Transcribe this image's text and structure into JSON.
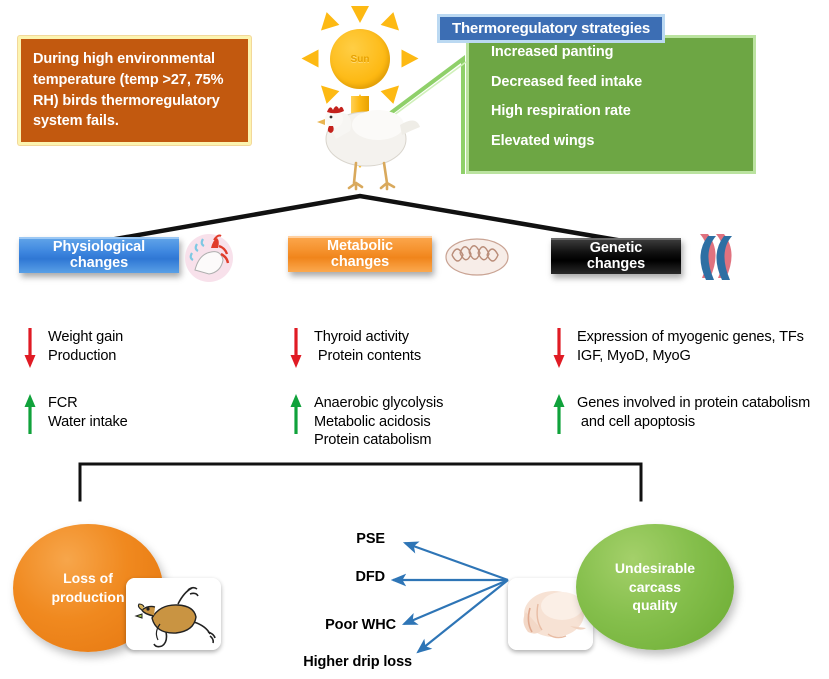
{
  "intro": {
    "text": "During high environmental temperature (temp >27, 75% RH) birds thermoregulatory system fails."
  },
  "sun": {
    "label": "Sun",
    "icon": "sun-icon"
  },
  "thermo": {
    "title": "Thermoregulatory strategies",
    "items": [
      "Increased panting",
      "Decreased feed intake",
      "High respiration rate",
      "Elevated wings"
    ]
  },
  "categories": [
    {
      "label": "Physiological\nchanges",
      "color": "#3D86DF",
      "icon": "panting-chicken-icon"
    },
    {
      "label": "Metabolic\nchanges",
      "color": "#F5912C",
      "icon": "mitochondrion-icon"
    },
    {
      "label": "Genetic\nchanges",
      "color": "#000000",
      "icon": "chromosome-icon"
    }
  ],
  "columns": [
    {
      "name": "physiological",
      "decrease": {
        "arrow": "down-arrow-icon",
        "color": "#E01B24",
        "lines": "Weight gain\nProduction"
      },
      "increase": {
        "arrow": "up-arrow-icon",
        "color": "#10A23B",
        "lines": "FCR\nWater intake"
      }
    },
    {
      "name": "metabolic",
      "decrease": {
        "arrow": "down-arrow-icon",
        "color": "#E01B24",
        "lines": "Thyroid activity\n Protein contents"
      },
      "increase": {
        "arrow": "up-arrow-icon",
        "color": "#10A23B",
        "lines": "Anaerobic glycolysis\nMetabolic acidosis\nProtein catabolism"
      }
    },
    {
      "name": "genetic",
      "decrease": {
        "arrow": "down-arrow-icon",
        "color": "#E01B24",
        "lines": "Expression of myogenic genes, TFs\nIGF, MyoD, MyoG"
      },
      "increase": {
        "arrow": "up-arrow-icon",
        "color": "#10A23B",
        "lines": "Genes involved in protein catabolism\n and cell apoptosis"
      }
    }
  ],
  "outcomes": {
    "loss": "Loss of\nproduction",
    "quality": "Undesirable\ncarcass\nquality",
    "quality_effects": [
      "PSE",
      "DFD",
      "Poor WHC",
      "Higher drip loss"
    ],
    "arrow_color": "#2E75B6"
  },
  "colors": {
    "intro_box": "#C2590F",
    "intro_border": "#FCF4B0",
    "thermo_header": "#3C6EB4",
    "thermo_body": "#6DA644",
    "decrease_arrow": "#E01B24",
    "increase_arrow": "#10A23B",
    "loss_ellipse": "#F0891F",
    "quality_ellipse": "#85BF4C",
    "connector": "#111111"
  }
}
